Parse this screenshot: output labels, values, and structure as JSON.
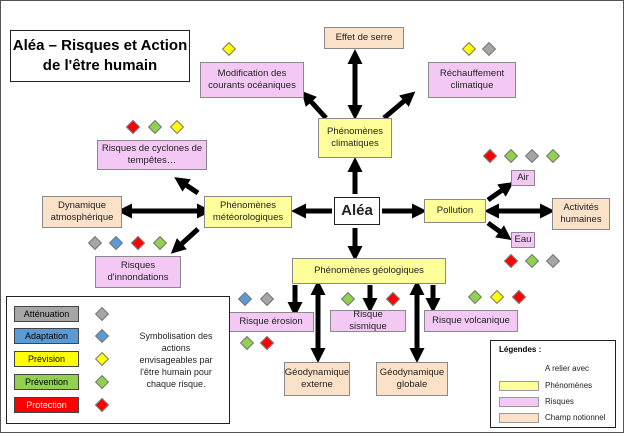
{
  "title": {
    "line1": "Aléa – Risques et Action",
    "line2": "de l'être humain"
  },
  "center": "Aléa",
  "nodes": {
    "effet_serre": "Effet de serre",
    "modif_courants": "Modification des courants océaniques",
    "rechauffement": "Réchauffement climatique",
    "phen_climatiques": "Phénomènes climatiques",
    "cyclones": "Risques de cyclones de tempêtes…",
    "dyn_atmos": "Dynamique atmosphérique",
    "phen_meteo": "Phénomènes météorologiques",
    "inondations": "Risques d'innondations",
    "pollution": "Pollution",
    "air": "Air",
    "eau": "Eau",
    "activites": "Activités humaines",
    "phen_geo": "Phénomènes géologiques",
    "erosion": "Risque érosion",
    "sismique": "Risque sismique",
    "volcanique": "Risque volcanique",
    "geo_externe": "Géodynamique externe",
    "geo_globale": "Géodynamique globale"
  },
  "actions": [
    {
      "label": "Atténuation",
      "color": "#a6a6a6"
    },
    {
      "label": "Adaptation",
      "color": "#5b9bd5"
    },
    {
      "label": "Prévision",
      "color": "#ffff00"
    },
    {
      "label": "Prévention",
      "color": "#92d050"
    },
    {
      "label": "Protection",
      "color": "#ff0000"
    }
  ],
  "symbolisation": "Symbolisation des actions envisageables par l'être humain pour chaque risque.",
  "legend": {
    "title": "Légendes :",
    "arrow": "A relier avec",
    "phenomenes": "Phénomènes",
    "risques": "Risques",
    "champ": "Champ notionnel"
  },
  "colors": {
    "phenomene": "#ffff99",
    "risque": "#f4c8f4",
    "champ": "#fbe1c8",
    "grey": "#a6a6a6",
    "blue": "#5b9bd5",
    "yellow": "#ffff00",
    "green": "#92d050",
    "red": "#ff0000"
  }
}
